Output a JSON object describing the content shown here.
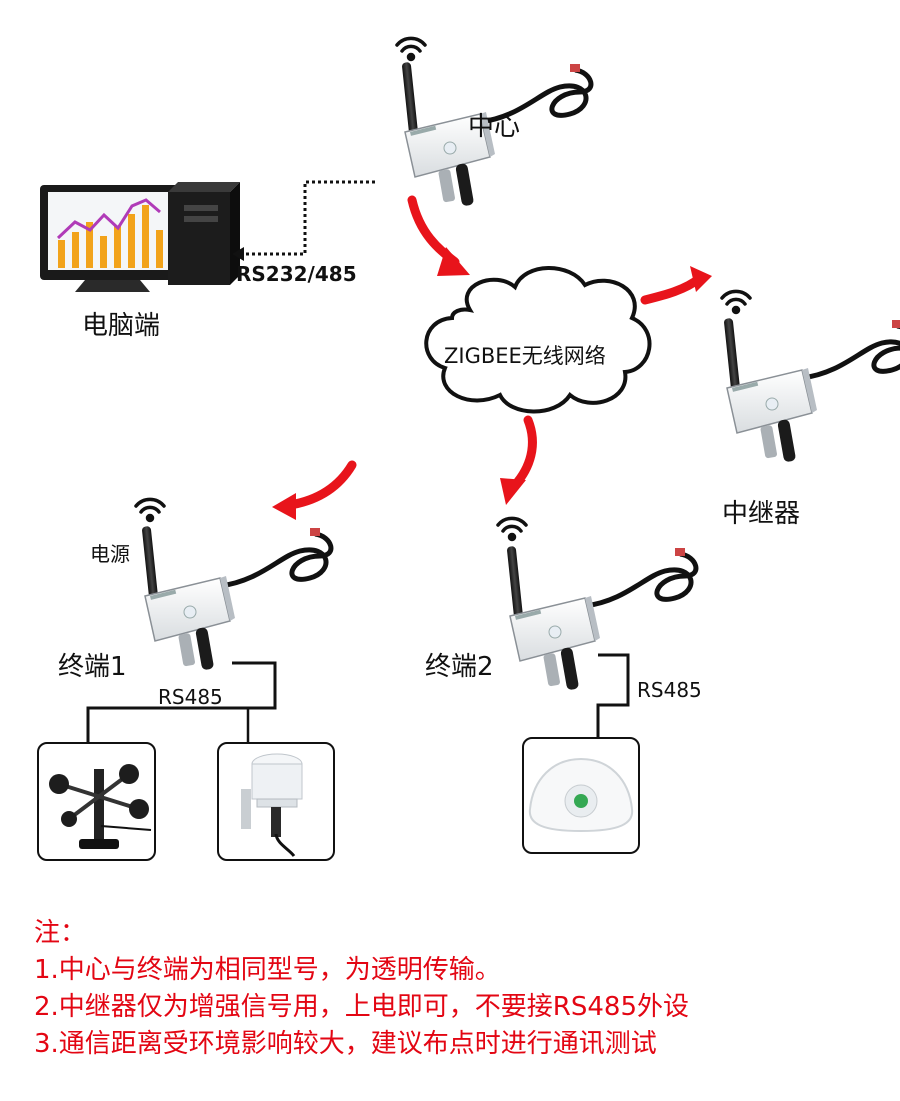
{
  "labels": {
    "center": "中心",
    "pc": "电脑端",
    "rs232": "RS232/485",
    "network": "ZIGBEE无线网络",
    "repeater": "中继器",
    "power": "电源",
    "terminal1": "终端1",
    "terminal2": "终端2",
    "rs485_a": "RS485",
    "rs485_b": "RS485"
  },
  "notes": {
    "title": "注：",
    "items": [
      "1.中心与终端为相同型号，为透明传输。",
      "2.中继器仅为增强信号用，上电即可，不要接RS485外设",
      "3.通信距离受环境影响较大，建议布点时进行通讯测试"
    ]
  },
  "colors": {
    "arrow": "#e8141b",
    "note_text": "#e30613",
    "line": "#111111"
  },
  "icons": [
    "wifi-icon",
    "antenna-icon",
    "monitor-icon",
    "pc-tower-icon",
    "cloud-icon",
    "anemometer-icon",
    "light-sensor-icon",
    "ceiling-sensor-icon"
  ]
}
